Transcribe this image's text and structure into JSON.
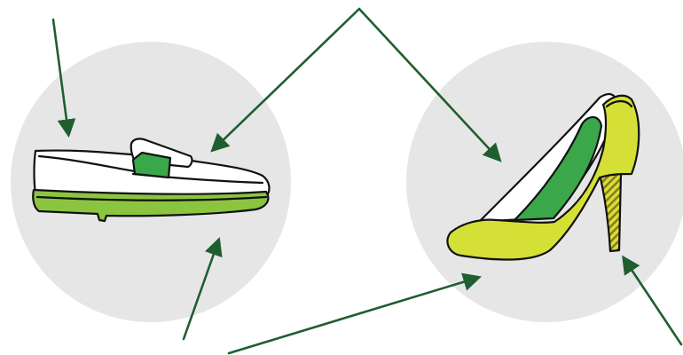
{
  "diagram": {
    "subjects": [
      {
        "name": "loafer",
        "icon": "loafer-shoe-icon"
      },
      {
        "name": "high-heel pump",
        "icon": "high-heel-shoe-icon"
      }
    ],
    "callout_count": 6,
    "colors": {
      "background_circle": "#e6e6e7",
      "arrow": "#1f5e2f",
      "outline": "#111111",
      "shoe_upper": "#ffffff",
      "loafer_sole": "#8bc53f",
      "loafer_strap": "#3aa84a",
      "pump_body": "#d4e035",
      "pump_lining": "#3aa84a",
      "heel_stripe": "#8a7a1e"
    }
  }
}
